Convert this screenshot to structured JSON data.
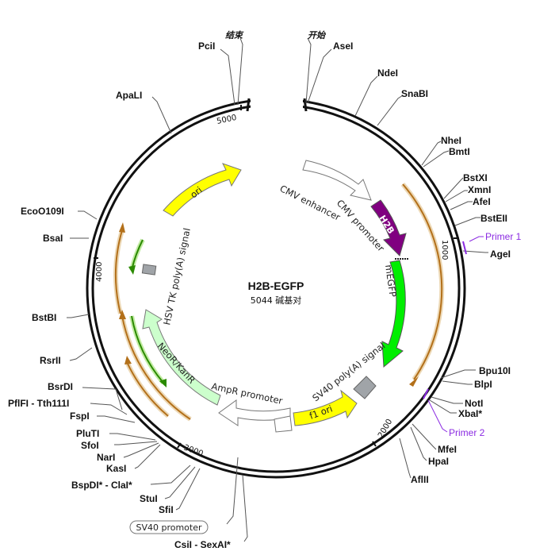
{
  "plasmid": {
    "name": "H2B-EGFP",
    "size_label": "5044 碱基对"
  },
  "ticks": [
    "1000",
    "2000",
    "3000",
    "4000",
    "5000"
  ],
  "cjk_labels": {
    "end": "结束",
    "start": "开始"
  },
  "sites": {
    "pcii": "PciI",
    "asei": "AseI",
    "ndei": "NdeI",
    "snabi": "SnaBI",
    "apali": "ApaLI",
    "nhei": "NheI",
    "bmti": "BmtI",
    "bstxi": "BstXI",
    "xmni": "XmnI",
    "afei": "AfeI",
    "bsteii": "BstEII",
    "agei": "AgeI",
    "ecoo109i": "EcoO109I",
    "bsai": "BsaI",
    "bstbi": "BstBI",
    "rsrii": "RsrII",
    "bsrdi": "BsrDI",
    "pflfi": "PflFI - Tth111I",
    "fspi": "FspI",
    "pluti": "PluTI",
    "sfoi": "SfoI",
    "nari": "NarI",
    "kasi": "KasI",
    "bspdi": "BspDI* - ClaI*",
    "stui": "StuI",
    "sfii": "SfiI",
    "csii": "CsiI - SexAI*",
    "bpu10i": "Bpu10I",
    "blpi": "BlpI",
    "noti": "NotI",
    "xbai": "XbaI*",
    "mfei": "MfeI",
    "hpai": "HpaI",
    "aflii": "AflII"
  },
  "primers": {
    "p1": "Primer 1",
    "p2": "Primer 2"
  },
  "features": {
    "ori": "ori",
    "cmv_enhancer": "CMV enhancer",
    "cmv_promoter": "CMV promoter",
    "h2b": "H2B",
    "megfp": "mEGFP",
    "sv40_polya": "SV40 poly(A) signal",
    "f1_ori": "f1 ori",
    "ampr_promoter": "AmpR promoter",
    "neor": "NeoR/KanR",
    "hsv_tk": "HSV TK poly(A) signal",
    "sv40_promoter": "SV40 promoter"
  },
  "colors": {
    "ori": "#ffff00",
    "h2b": "#800080",
    "megfp": "#00ee00",
    "neor": "#ccffcc",
    "f1_ori": "#ffff00",
    "orf": "#ffcc66",
    "orf_green": "#33cc00",
    "primer": "#8b2be2",
    "polya": "#a0a4a8"
  }
}
